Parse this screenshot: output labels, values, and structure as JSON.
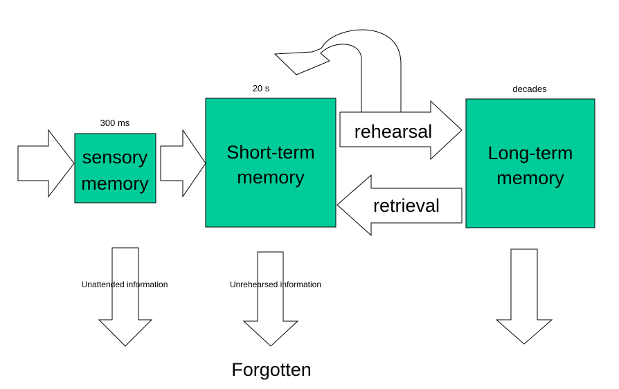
{
  "colors": {
    "box": "#00cc99",
    "arrow_fill": "#ffffff",
    "outline": "#000000"
  },
  "sensory": {
    "duration": "300 ms",
    "label_line1": "sensory",
    "label_line2": "memory"
  },
  "short_term": {
    "duration": "20 s",
    "label_line1": "Short-term",
    "label_line2": "memory"
  },
  "long_term": {
    "duration": "decades",
    "label_line1": "Long-term",
    "label_line2": "memory"
  },
  "arrows": {
    "rehearsal": "rehearsal",
    "retrieval": "retrieval"
  },
  "losses": {
    "unattended": "Unattended information",
    "unrehearsed": "Unrehearsed information"
  },
  "forgotten": "Forgotten"
}
